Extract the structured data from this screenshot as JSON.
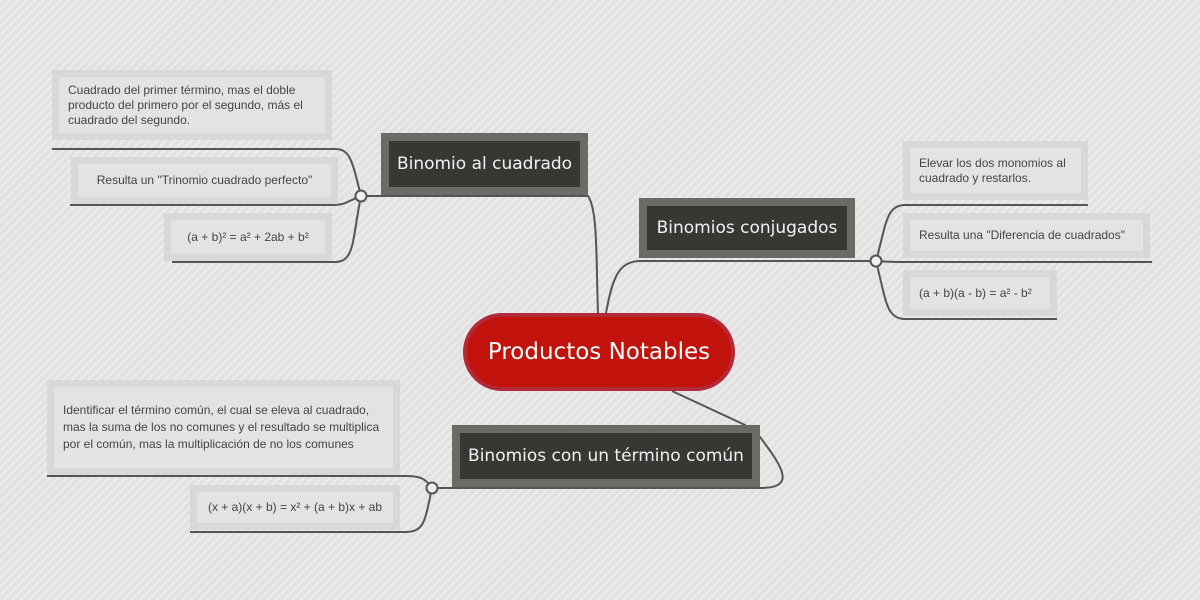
{
  "root": {
    "label": "Productos Notables"
  },
  "branches": [
    {
      "label": "Binomio al cuadrado",
      "leaves": [
        "Cuadrado del primer término, mas el doble producto del primero por el segundo, más el cuadrado del segundo.",
        "Resulta un \"Trinomio cuadrado perfecto\"",
        "(a + b)² = a² + 2ab + b²"
      ]
    },
    {
      "label": "Binomios conjugados",
      "leaves": [
        "Elevar los dos monomios al cuadrado y restarlos.",
        "Resulta una \"Diferencia de cuadrados\"",
        "(a + b)(a - b) = a² - b²"
      ]
    },
    {
      "label": "Binomios con un término común",
      "leaves": [
        "Identificar el término común, el cual se eleva al cuadrado, mas la suma de los no comunes y el resultado se multiplica por el común, mas la multiplicación de no los comunes",
        "(x + a)(x + b) = x² + (a + b)x + ab"
      ]
    }
  ],
  "colors": {
    "root_fill": "#c2120c",
    "root_border": "#b3293a",
    "topic_fill": "#373833",
    "topic_border": "#6b6b66",
    "line": "#555555"
  }
}
